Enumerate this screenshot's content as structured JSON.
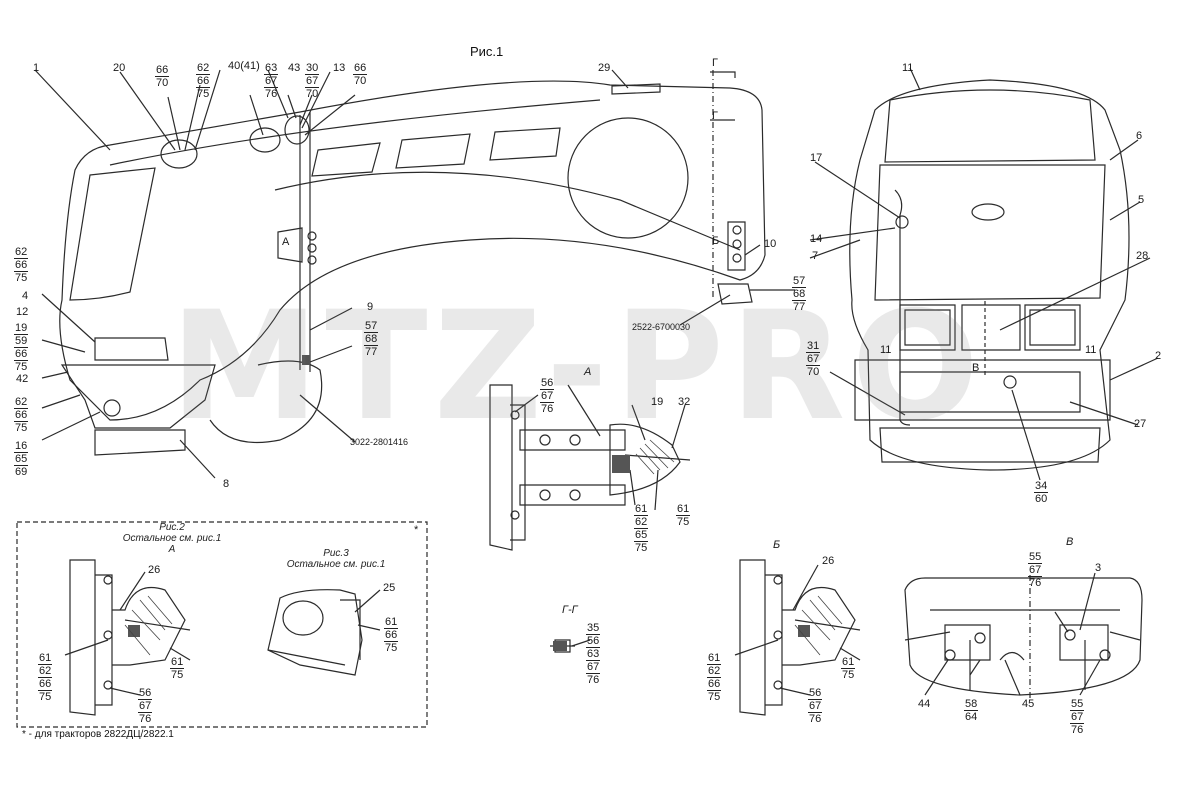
{
  "title": "Рис.1",
  "watermark": "MTZ-PRO",
  "footnote": "* - для тракторов 2822ДЦ/2822.1",
  "fig2": {
    "title": "Рис.2",
    "sub": "Остальное см. рис.1",
    "view": "А"
  },
  "fig3": {
    "title": "Рис.3",
    "sub": "Остальное см. рис.1"
  },
  "views": {
    "A": "А",
    "B": "Б",
    "V": "В",
    "GG": "Г-Г",
    "G1": "Г",
    "G2": "Г",
    "Vsec": "В"
  },
  "asterisk": "*",
  "labels": {
    "l1": "1",
    "l20": "20",
    "l40": "40(41)",
    "l43": "43",
    "l13": "13",
    "l29": "29",
    "l11": "11",
    "l6": "6",
    "l17": "17",
    "l5": "5",
    "l14": "14",
    "l7": "7",
    "l10": "10",
    "l28": "28",
    "l2": "2",
    "l27": "27",
    "l4": "4",
    "l12": "12",
    "l42": "42",
    "l16": "16",
    "l8": "8",
    "l9": "9",
    "l26a": "26",
    "l25": "25",
    "l26b": "26",
    "l3": "3",
    "l44": "44",
    "l45": "45",
    "l32": "32",
    "l19": "19",
    "p1": "3022-2801416",
    "p2": "2522-6700030",
    "m11a": "11",
    "m11b": "11",
    "mA": "А",
    "mB": "Б"
  },
  "stacks": {
    "s_66_70_a": [
      "66",
      "70"
    ],
    "s_62_66_75_top": [
      "62",
      "66",
      "75"
    ],
    "s_63_67_76": [
      "63",
      "67",
      "76"
    ],
    "s_30_67_70": [
      "30",
      "67",
      "70"
    ],
    "s_66_70_b": [
      "66",
      "70"
    ],
    "s_62_66_75_left": [
      "62",
      "66",
      "75"
    ],
    "s_19_59_66_75": [
      "19",
      "59",
      "66",
      "75"
    ],
    "s_62_66_75_low": [
      "62",
      "66",
      "75"
    ],
    "s_16_65_69": [
      "16",
      "65",
      "69"
    ],
    "s_57_68_77_a": [
      "57",
      "68",
      "77"
    ],
    "s_57_68_77_b": [
      "57",
      "68",
      "77"
    ],
    "s_31_67_70": [
      "31",
      "67",
      "70"
    ],
    "s_34_60": [
      "34",
      "60"
    ],
    "s_56_67_76_A": [
      "56",
      "67",
      "76"
    ],
    "s_61_62_65_75": [
      "61",
      "62",
      "65",
      "75"
    ],
    "s_61_75_A": [
      "61",
      "75"
    ],
    "s_61_62_66_75_f2": [
      "61",
      "62",
      "66",
      "75"
    ],
    "s_61_75_f2": [
      "61",
      "75"
    ],
    "s_56_67_76_f2": [
      "56",
      "67",
      "76"
    ],
    "s_61_66_75_f3": [
      "61",
      "66",
      "75"
    ],
    "s_35_56_63_67_76": [
      "35",
      "56",
      "63",
      "67",
      "76"
    ],
    "s_61_62_66_75_B": [
      "61",
      "62",
      "66",
      "75"
    ],
    "s_61_75_B": [
      "61",
      "75"
    ],
    "s_56_67_76_B": [
      "56",
      "67",
      "76"
    ],
    "s_55_67_76_V1": [
      "55",
      "67",
      "76"
    ],
    "s_58_64": [
      "58",
      "64"
    ],
    "s_55_67_76_V2": [
      "55",
      "67",
      "76"
    ]
  },
  "colors": {
    "line": "#2b2b2b",
    "hatch": "#444444",
    "watermark": "#787878"
  }
}
